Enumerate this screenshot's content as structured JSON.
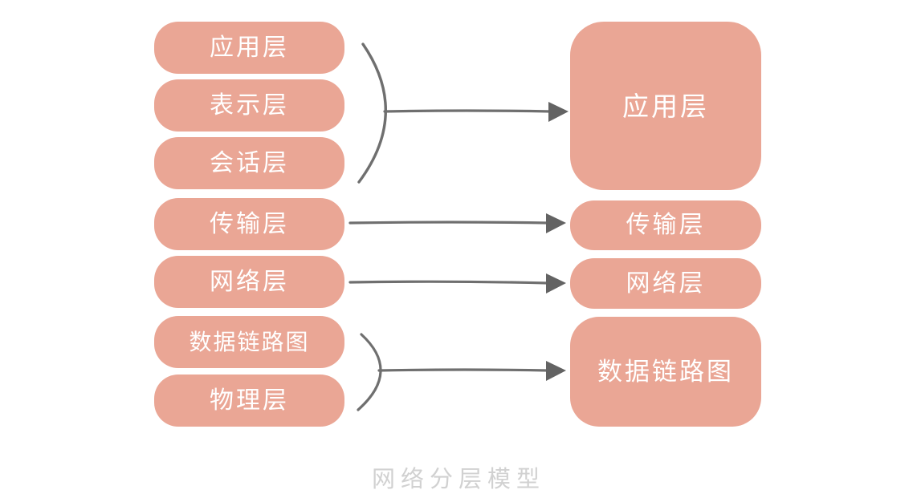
{
  "diagram": {
    "title": "网络分层模型",
    "colors": {
      "box_fill": "#EAA695",
      "box_text": "#FFFFFF",
      "connector": "#6F6F6F",
      "title_text": "#D1D1D1",
      "background": "#FFFFFF"
    },
    "left_column": {
      "items": [
        {
          "label": "应用层"
        },
        {
          "label": "表示层"
        },
        {
          "label": "会话层"
        },
        {
          "label": "传输层"
        },
        {
          "label": "网络层"
        },
        {
          "label": "数据链路图"
        },
        {
          "label": "物理层"
        }
      ]
    },
    "right_column": {
      "items": [
        {
          "label": "应用层"
        },
        {
          "label": "传输层"
        },
        {
          "label": "网络层"
        },
        {
          "label": "数据链路图"
        }
      ]
    },
    "connectors": [
      {
        "type": "brace-arrow",
        "from": [
          "应用层",
          "表示层",
          "会话层"
        ],
        "to": "应用层"
      },
      {
        "type": "arrow",
        "from": [
          "传输层"
        ],
        "to": "传输层"
      },
      {
        "type": "arrow",
        "from": [
          "网络层"
        ],
        "to": "网络层"
      },
      {
        "type": "brace-arrow",
        "from": [
          "数据链路图",
          "物理层"
        ],
        "to": "数据链路图"
      }
    ]
  }
}
